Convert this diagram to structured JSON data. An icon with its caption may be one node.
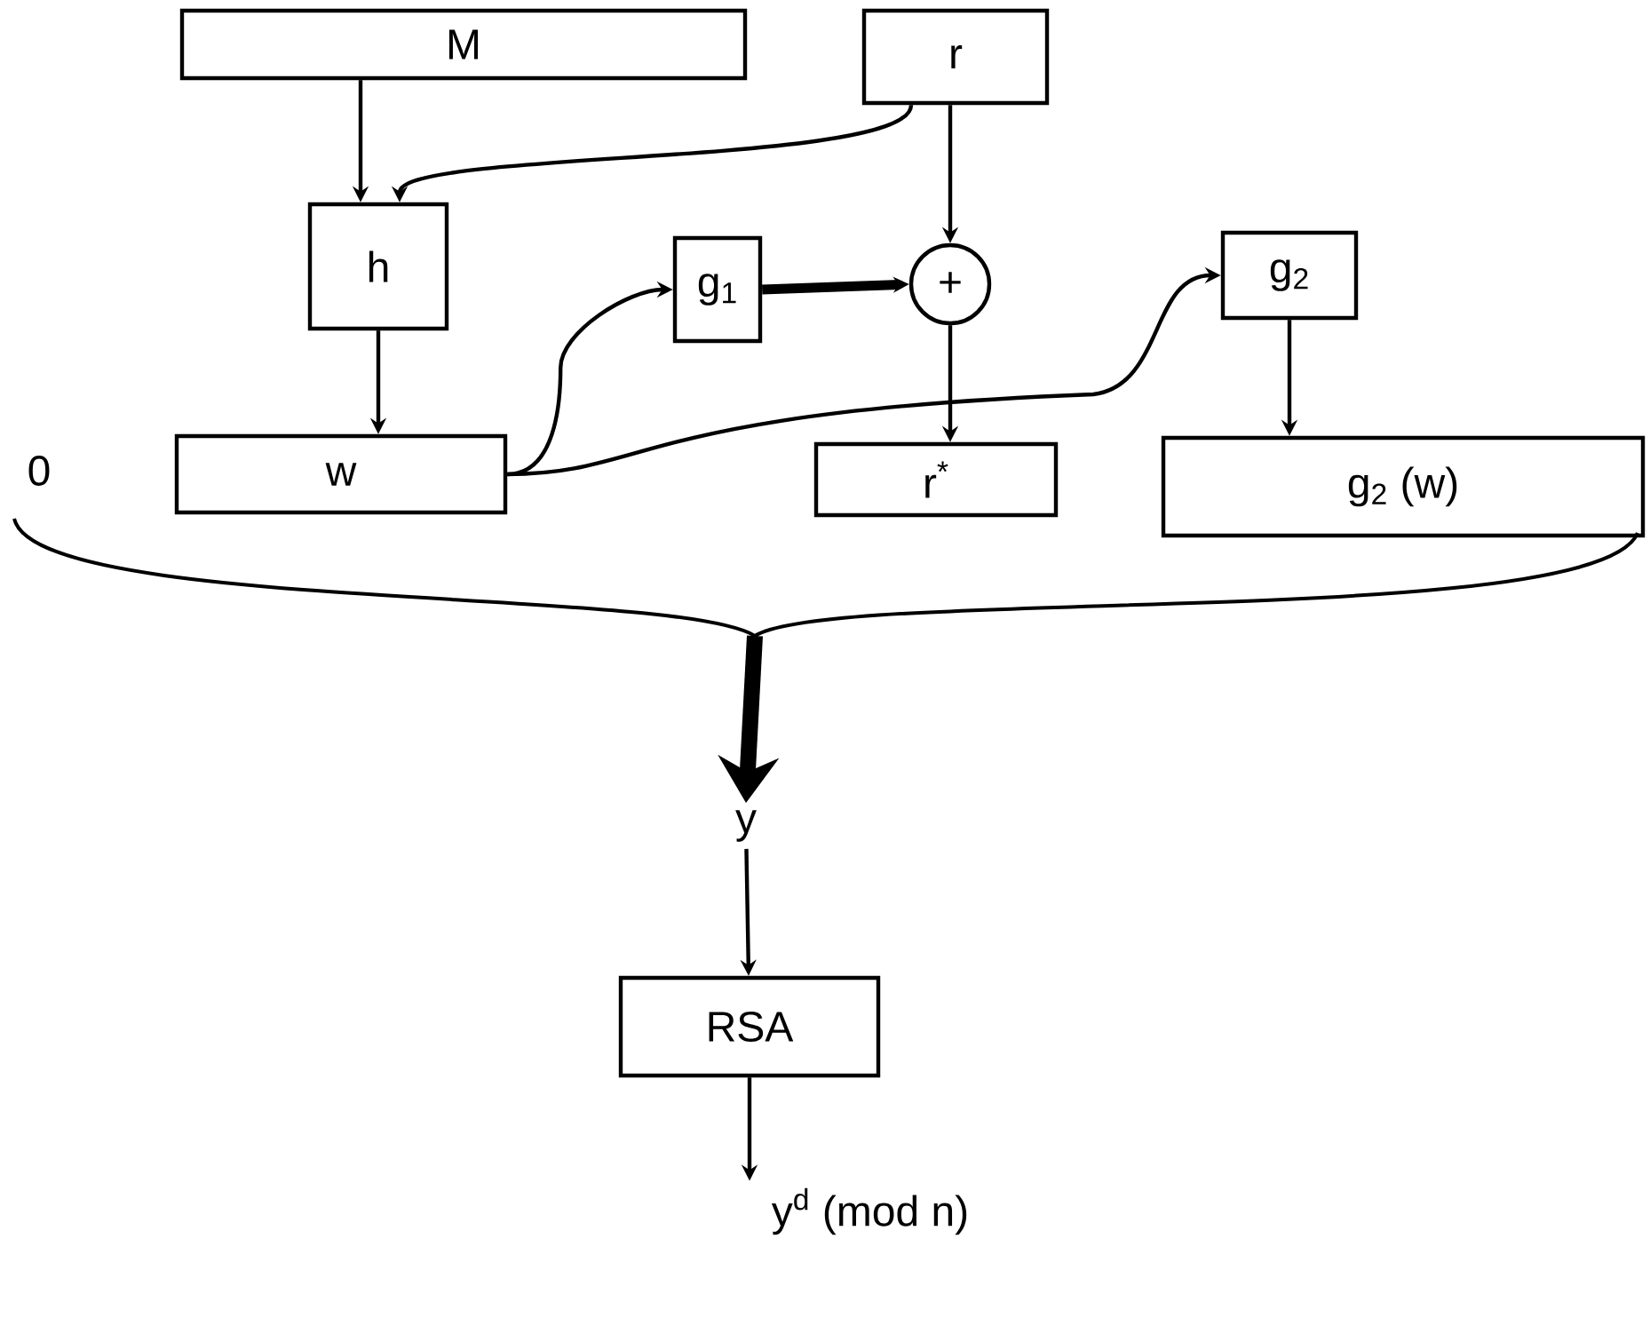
{
  "diagram": {
    "nodes": [
      {
        "text": [
          "M"
        ]
      },
      {
        "text": [
          "r"
        ]
      },
      {
        "text": [
          "h"
        ]
      },
      {
        "text": [
          "g$_{1}$"
        ]
      },
      {
        "text": [
          "+"
        ]
      },
      {
        "text": [
          "g$_{2}$"
        ]
      },
      {
        "text": [
          "0"
        ]
      },
      {
        "text": [
          "w"
        ]
      },
      {
        "text": [
          "r$^{*}$"
        ]
      },
      {
        "text": [
          "g$_{2}$ (w)"
        ]
      },
      {
        "text": [
          "y"
        ]
      },
      {
        "text": [
          "RSA"
        ]
      },
      {
        "text": [
          "y$^{d}$ (mod n)"
        ]
      },
      {
        "text": [],
        "shape": "brace"
      }
    ],
    "edges": [
      {
        "from": 0,
        "to": 2,
        "arrow": "to"
      },
      {
        "from": 1,
        "to": 2,
        "arrow": "to"
      },
      {
        "from": 1,
        "to": 4,
        "arrow": "to"
      },
      {
        "from": 2,
        "to": 7,
        "arrow": "to"
      },
      {
        "from": 7,
        "to": 3,
        "arrow": "to"
      },
      {
        "from": 3,
        "to": 4,
        "arrow": "to",
        "style": "thick"
      },
      {
        "from": 7,
        "to": 5,
        "arrow": "to"
      },
      {
        "from": 4,
        "to": 8,
        "arrow": "to"
      },
      {
        "from": 5,
        "to": 9,
        "arrow": "to"
      },
      {
        "from": 13,
        "to": 10,
        "arrow": "to",
        "style": "thick"
      },
      {
        "from": 10,
        "to": 11,
        "arrow": "to"
      },
      {
        "from": 11,
        "to": 12,
        "arrow": "to"
      }
    ]
  }
}
